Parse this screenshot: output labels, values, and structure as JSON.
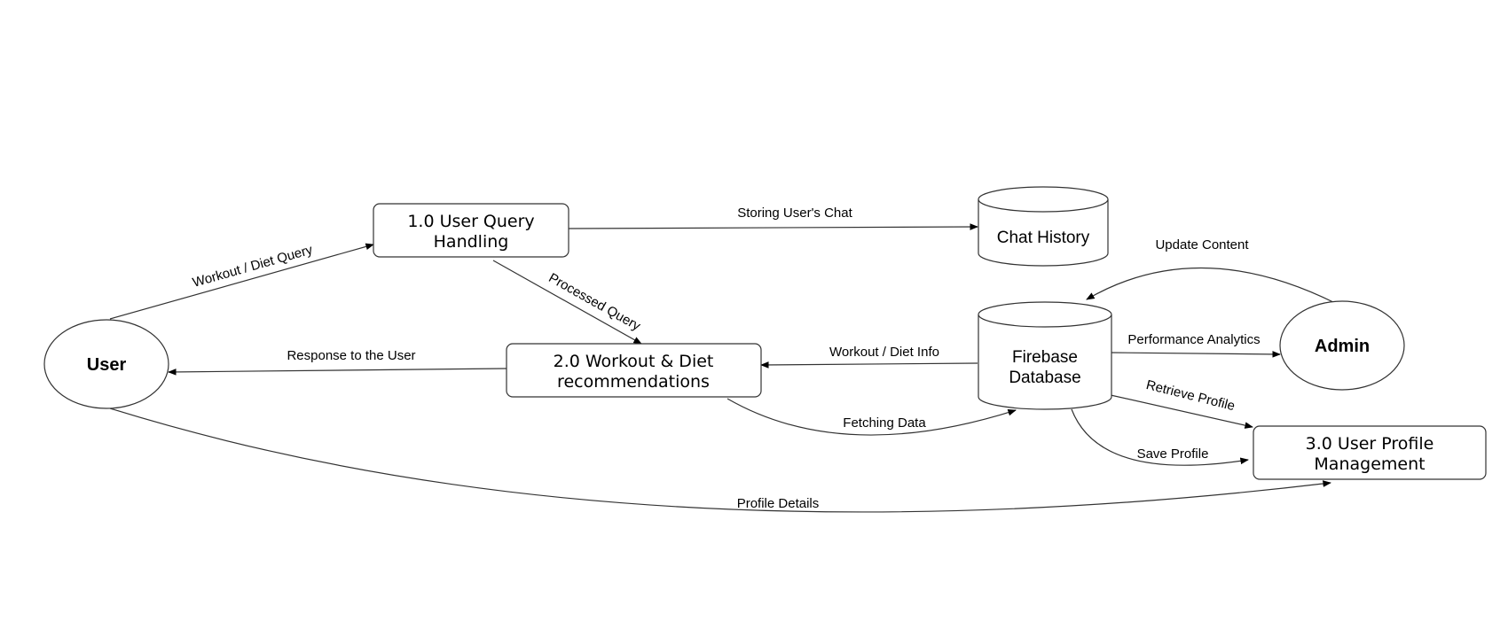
{
  "entities": {
    "user": "User",
    "admin": "Admin"
  },
  "processes": {
    "p1": {
      "line1": "1.0 User Query",
      "line2": "Handling"
    },
    "p2": {
      "line1": "2.0 Workout & Diet",
      "line2": "recommendations"
    },
    "p3": {
      "line1": "3.0 User Profile",
      "line2": "Management"
    }
  },
  "stores": {
    "chat_history": "Chat History",
    "firebase": {
      "line1": "Firebase",
      "line2": "Database"
    }
  },
  "flows": {
    "workout_diet_query": "Workout / Diet Query",
    "storing_users_chat": "Storing User's Chat",
    "processed_query": "Processed Query",
    "response_to_user": "Response to the User",
    "workout_diet_info": "Workout / Diet Info",
    "fetching_data": "Fetching Data",
    "update_content": "Update Content",
    "performance_analytics": "Performance Analytics",
    "retrieve_profile": "Retrieve Profile",
    "save_profile": "Save Profile",
    "profile_details": "Profile Details"
  },
  "colors": {
    "stroke": "#333333",
    "fill": "#ffffff",
    "text": "#000000"
  }
}
